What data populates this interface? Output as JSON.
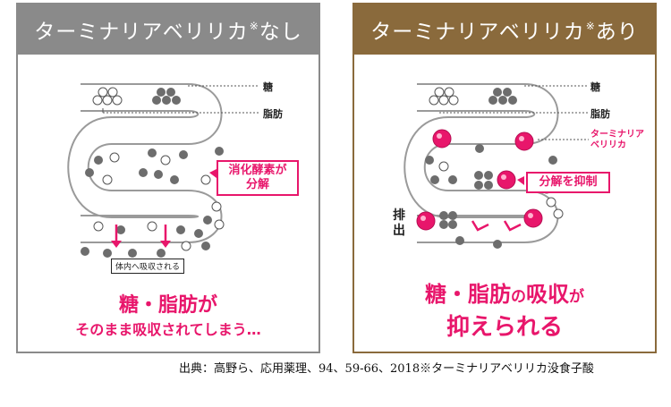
{
  "left": {
    "title": "ターミナリアベリリカ",
    "title_mark": "※",
    "title_suffix": "なし",
    "label_sugar": "糖",
    "label_fat": "脂肪",
    "callout_line1": "消化酵素が",
    "callout_line2": "分解",
    "absorb_box": "体内へ吸収される",
    "caption_line1": "糖・脂肪が",
    "caption_line2": "そのまま吸収されてしまう…"
  },
  "right": {
    "title": "ターミナリアベリリカ",
    "title_mark": "※",
    "title_suffix": "あり",
    "label_sugar": "糖",
    "label_fat": "脂肪",
    "label_terminalia_line1": "ターミナリア",
    "label_terminalia_line2": "ベリリカ",
    "callout": "分解を抑制",
    "excrete_line1": "排",
    "excrete_line2": "出",
    "caption_line1_a": "糖・脂肪",
    "caption_line1_b": "の",
    "caption_line1_c": "吸収",
    "caption_line1_d": "が",
    "caption_line2": "抑えられる"
  },
  "source": "出典：高野ら、応用薬理、94、59-66、2018※ターミナリアベリリカ没食子酸",
  "colors": {
    "left_header": "#8a8a8a",
    "right_header": "#8a6a3c",
    "accent_pink": "#e8166b",
    "dot_gray": "#6d6d6d"
  }
}
